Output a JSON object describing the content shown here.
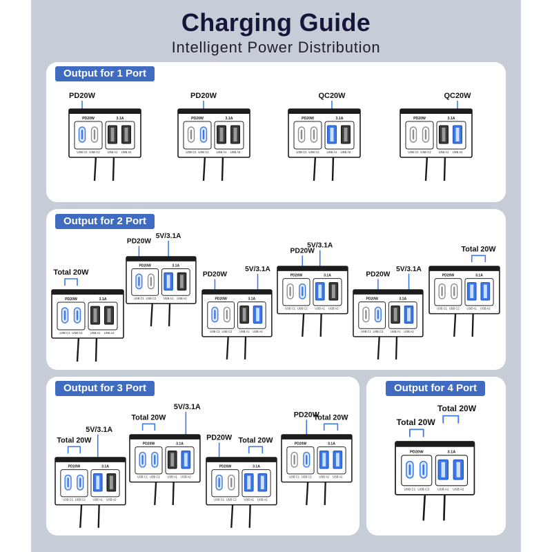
{
  "title": "Charging Guide",
  "subtitle": "Intelligent Power Distribution",
  "device_labels": {
    "pd": "PD20W",
    "ap": "3.1A",
    "ports": [
      "USB C1",
      "USB C2",
      "USB A1",
      "USB A2"
    ]
  },
  "colors": {
    "active_port": "#3a78e8",
    "inactive_port": "#8c8c8c",
    "housing": "#1c1c1c",
    "badge": "#3f6cc0",
    "annotation": "#3a78e8"
  },
  "sections": [
    {
      "id": "one-port",
      "title": "Output for 1 Port",
      "examples": [
        {
          "active": [
            0
          ],
          "labels": [
            "PD20W"
          ]
        },
        {
          "active": [
            1
          ],
          "labels": [
            "PD20W"
          ]
        },
        {
          "active": [
            2
          ],
          "labels": [
            "QC20W"
          ]
        },
        {
          "active": [
            3
          ],
          "labels": [
            "QC20W"
          ]
        }
      ]
    },
    {
      "id": "two-port",
      "title": "Output for 2 Port",
      "examples": [
        {
          "active": [
            0,
            1
          ],
          "labels": [
            "Total 20W"
          ]
        },
        {
          "active": [
            0,
            2
          ],
          "labels": [
            "PD20W",
            "5V/3.1A"
          ]
        },
        {
          "active": [
            0,
            3
          ],
          "labels": [
            "PD20W",
            "5V/3.1A"
          ]
        },
        {
          "active": [
            1,
            2
          ],
          "labels": [
            "PD20W",
            "5V/3.1A"
          ]
        },
        {
          "active": [
            1,
            3
          ],
          "labels": [
            "PD20W",
            "5V/3.1A"
          ]
        },
        {
          "active": [
            2,
            3
          ],
          "labels": [
            "Total 20W"
          ]
        }
      ]
    },
    {
      "id": "three-port",
      "title": "Output for 3 Port",
      "examples": [
        {
          "active": [
            0,
            1,
            2
          ],
          "labels": [
            "Total 20W",
            "5V/3.1A"
          ]
        },
        {
          "active": [
            0,
            1,
            3
          ],
          "labels": [
            "Total 20W",
            "5V/3.1A"
          ]
        },
        {
          "active": [
            0,
            2,
            3
          ],
          "labels": [
            "PD20W",
            "Total 20W"
          ]
        },
        {
          "active": [
            1,
            2,
            3
          ],
          "labels": [
            "PD20W",
            "Total 20W"
          ]
        }
      ]
    },
    {
      "id": "four-port",
      "title": "Output for 4 Port",
      "examples": [
        {
          "active": [
            0,
            1,
            2,
            3
          ],
          "labels": [
            "Total 20W",
            "Total 20W"
          ]
        }
      ]
    }
  ]
}
